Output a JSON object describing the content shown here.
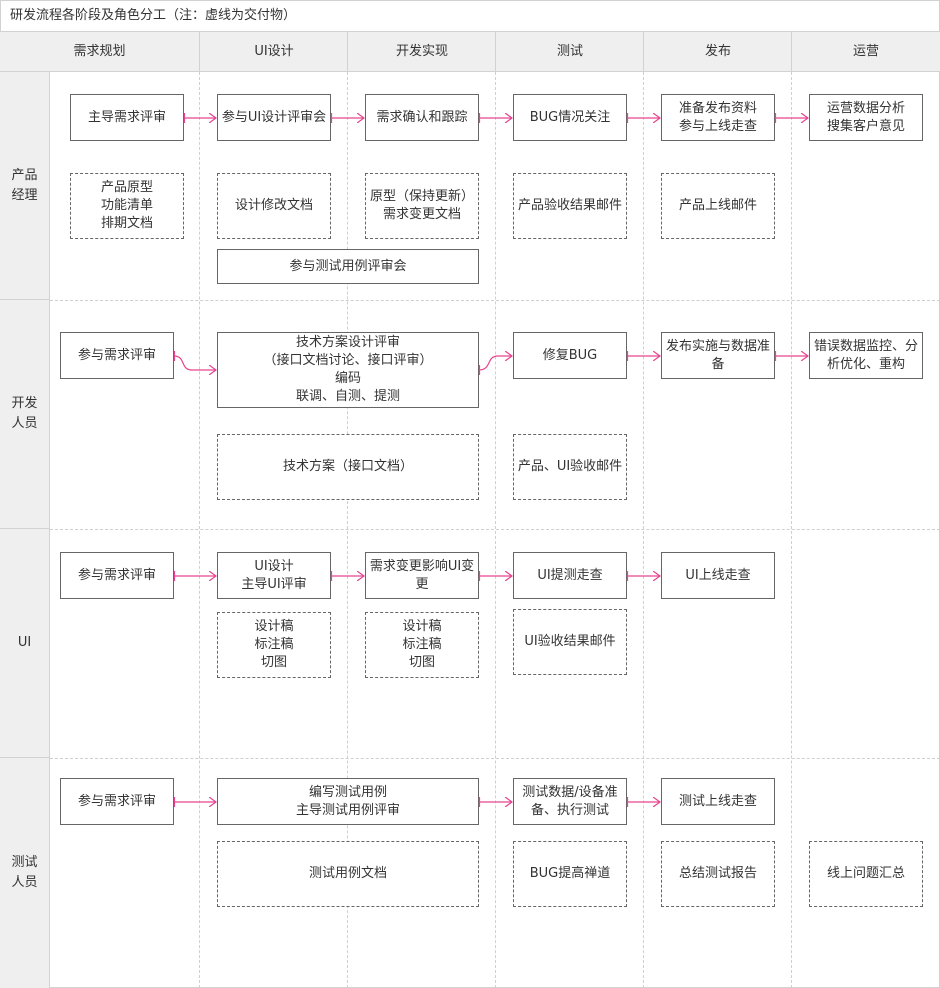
{
  "title": "研发流程各阶段及角色分工（注：虚线为交付物）",
  "accent_color": "#e8438f",
  "columns": [
    {
      "label": "需求规划"
    },
    {
      "label": "UI设计"
    },
    {
      "label": "开发实现"
    },
    {
      "label": "测试"
    },
    {
      "label": "发布"
    },
    {
      "label": "运营"
    }
  ],
  "rows": [
    {
      "label": "产品\n经理"
    },
    {
      "label": "开发\n人员"
    },
    {
      "label": "UI"
    },
    {
      "label": "测试\n人员"
    }
  ],
  "pm": {
    "tasks": [
      "主导需求评审",
      "参与UI设计评审会",
      "需求确认和跟踪",
      "BUG情况关注",
      "准备发布资料\n参与上线走查",
      "运营数据分析\n搜集客户意见",
      "参与测试用例评审会"
    ],
    "deliverables": [
      "产品原型\n功能清单\n排期文档",
      "设计修改文档",
      "原型（保持更新）\n需求变更文档",
      "产品验收结果邮件",
      "产品上线邮件"
    ]
  },
  "dev": {
    "tasks": [
      "参与需求评审",
      "技术方案设计评审\n（接口文档讨论、接口评审）\n编码\n联调、自测、提测",
      "修复BUG",
      "发布实施与数据准备",
      "错误数据监控、分析优化、重构"
    ],
    "deliverables": [
      "技术方案（接口文档）",
      "产品、UI验收邮件"
    ]
  },
  "ui": {
    "tasks": [
      "参与需求评审",
      "UI设计\n主导UI评审",
      "需求变更影响UI变更",
      "UI提测走查",
      "UI上线走查"
    ],
    "deliverables": [
      "设计稿\n标注稿\n切图",
      "设计稿\n标注稿\n切图",
      "UI验收结果邮件"
    ]
  },
  "qa": {
    "tasks": [
      "参与需求评审",
      "编写测试用例\n主导测试用例评审",
      "测试数据/设备准备、执行测试",
      "测试上线走查"
    ],
    "deliverables": [
      "测试用例文档",
      "BUG提高禅道",
      "总结测试报告",
      "线上问题汇总"
    ]
  }
}
